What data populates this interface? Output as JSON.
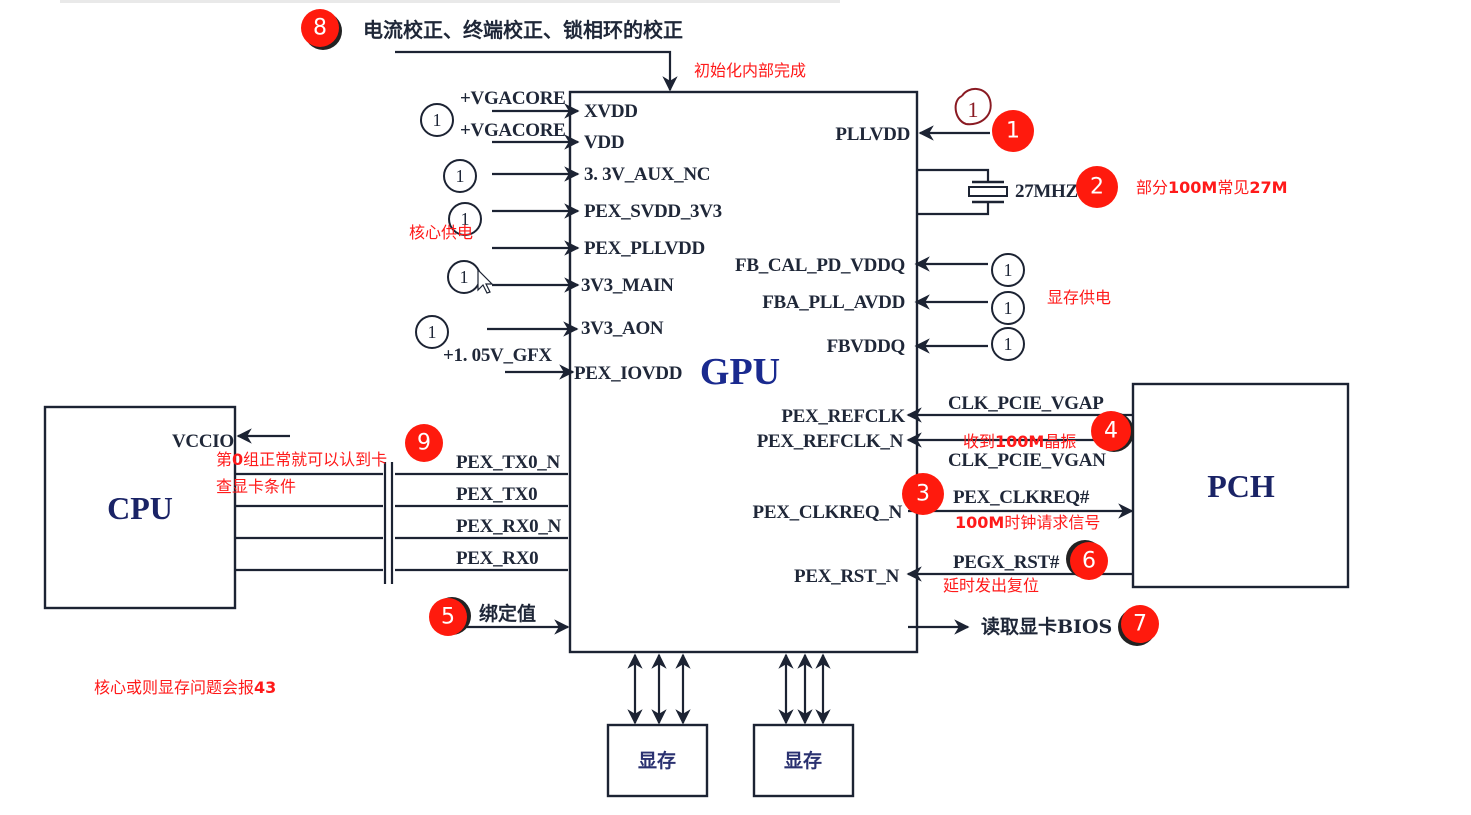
{
  "title": {
    "badge": "8",
    "text": "电流校正、终端校正、锁相环的校正",
    "init_note": "初始化内部完成"
  },
  "gpu": {
    "label": "GPU",
    "left_pins": [
      "XVDD",
      "VDD",
      "3. 3V_AUX_NC",
      "PEX_SVDD_3V3",
      "PEX_PLLVDD",
      "3V3_MAIN",
      "3V3_AON",
      "PEX_IOVDD"
    ],
    "right_pins": [
      "PLLVDD",
      "FB_CAL_PD_VDDQ",
      "FBA_PLL_AVDD",
      "FBVDDQ",
      "PEX_REFCLK",
      "PEX_REFCLK_N",
      "PEX_CLKREQ_N",
      "PEX_RST_N"
    ],
    "pcie_pins": [
      "PEX_TX0_N",
      "PEX_TX0",
      "PEX_RX0_N",
      "PEX_RX0"
    ]
  },
  "left_nets": {
    "vgacore_1": "+VGACORE",
    "vgacore_2": "+VGACORE",
    "gfx": "+1. 05V_GFX",
    "ring_label": "1",
    "core_power_note": "核心供电"
  },
  "right_nets": {
    "crystal": "27MHZ",
    "crystal_note_parts": [
      "部分",
      "100M",
      "常见",
      "27M"
    ],
    "memory_power_note": "显存供电",
    "ring_label": "1",
    "handwritten_ring": "1"
  },
  "pch": {
    "label": "PCH",
    "clk_p": "CLK_PCIE_VGAP",
    "clk_n": "CLK_PCIE_VGAN",
    "clkreq": "PEX_CLKREQ#",
    "rst": "PEGX_RST#",
    "clk_note_parts": [
      "收到",
      "100M",
      "晶振"
    ],
    "clkreq_note_parts": [
      "100M",
      "时钟请求信号"
    ],
    "rst_note": "延时发出复位"
  },
  "cpu": {
    "label": "CPU",
    "vccio": "VCCIO",
    "lane_note_parts": [
      "第",
      "0",
      "组正常就可以认到卡"
    ],
    "lane_note_2": "查显卡条件"
  },
  "strap": {
    "badge": "5",
    "label": "绑定值"
  },
  "bios": {
    "badge": "7",
    "label": "读取显卡BIOS"
  },
  "memory": {
    "chips": [
      "显存",
      "显存"
    ]
  },
  "footer_note_parts": [
    "核心或则显存问题会报",
    "43"
  ],
  "badges": {
    "pllvdd": "1",
    "crystal": "2",
    "clkreq": "3",
    "refclk": "4",
    "strap": "5",
    "reset": "6",
    "bios": "7",
    "title": "8",
    "pcie": "9"
  },
  "colors": {
    "badge": "#ff1a0d",
    "note": "#ff1a1a",
    "chip_text": "#1a2a8f",
    "line": "#1c2333"
  }
}
